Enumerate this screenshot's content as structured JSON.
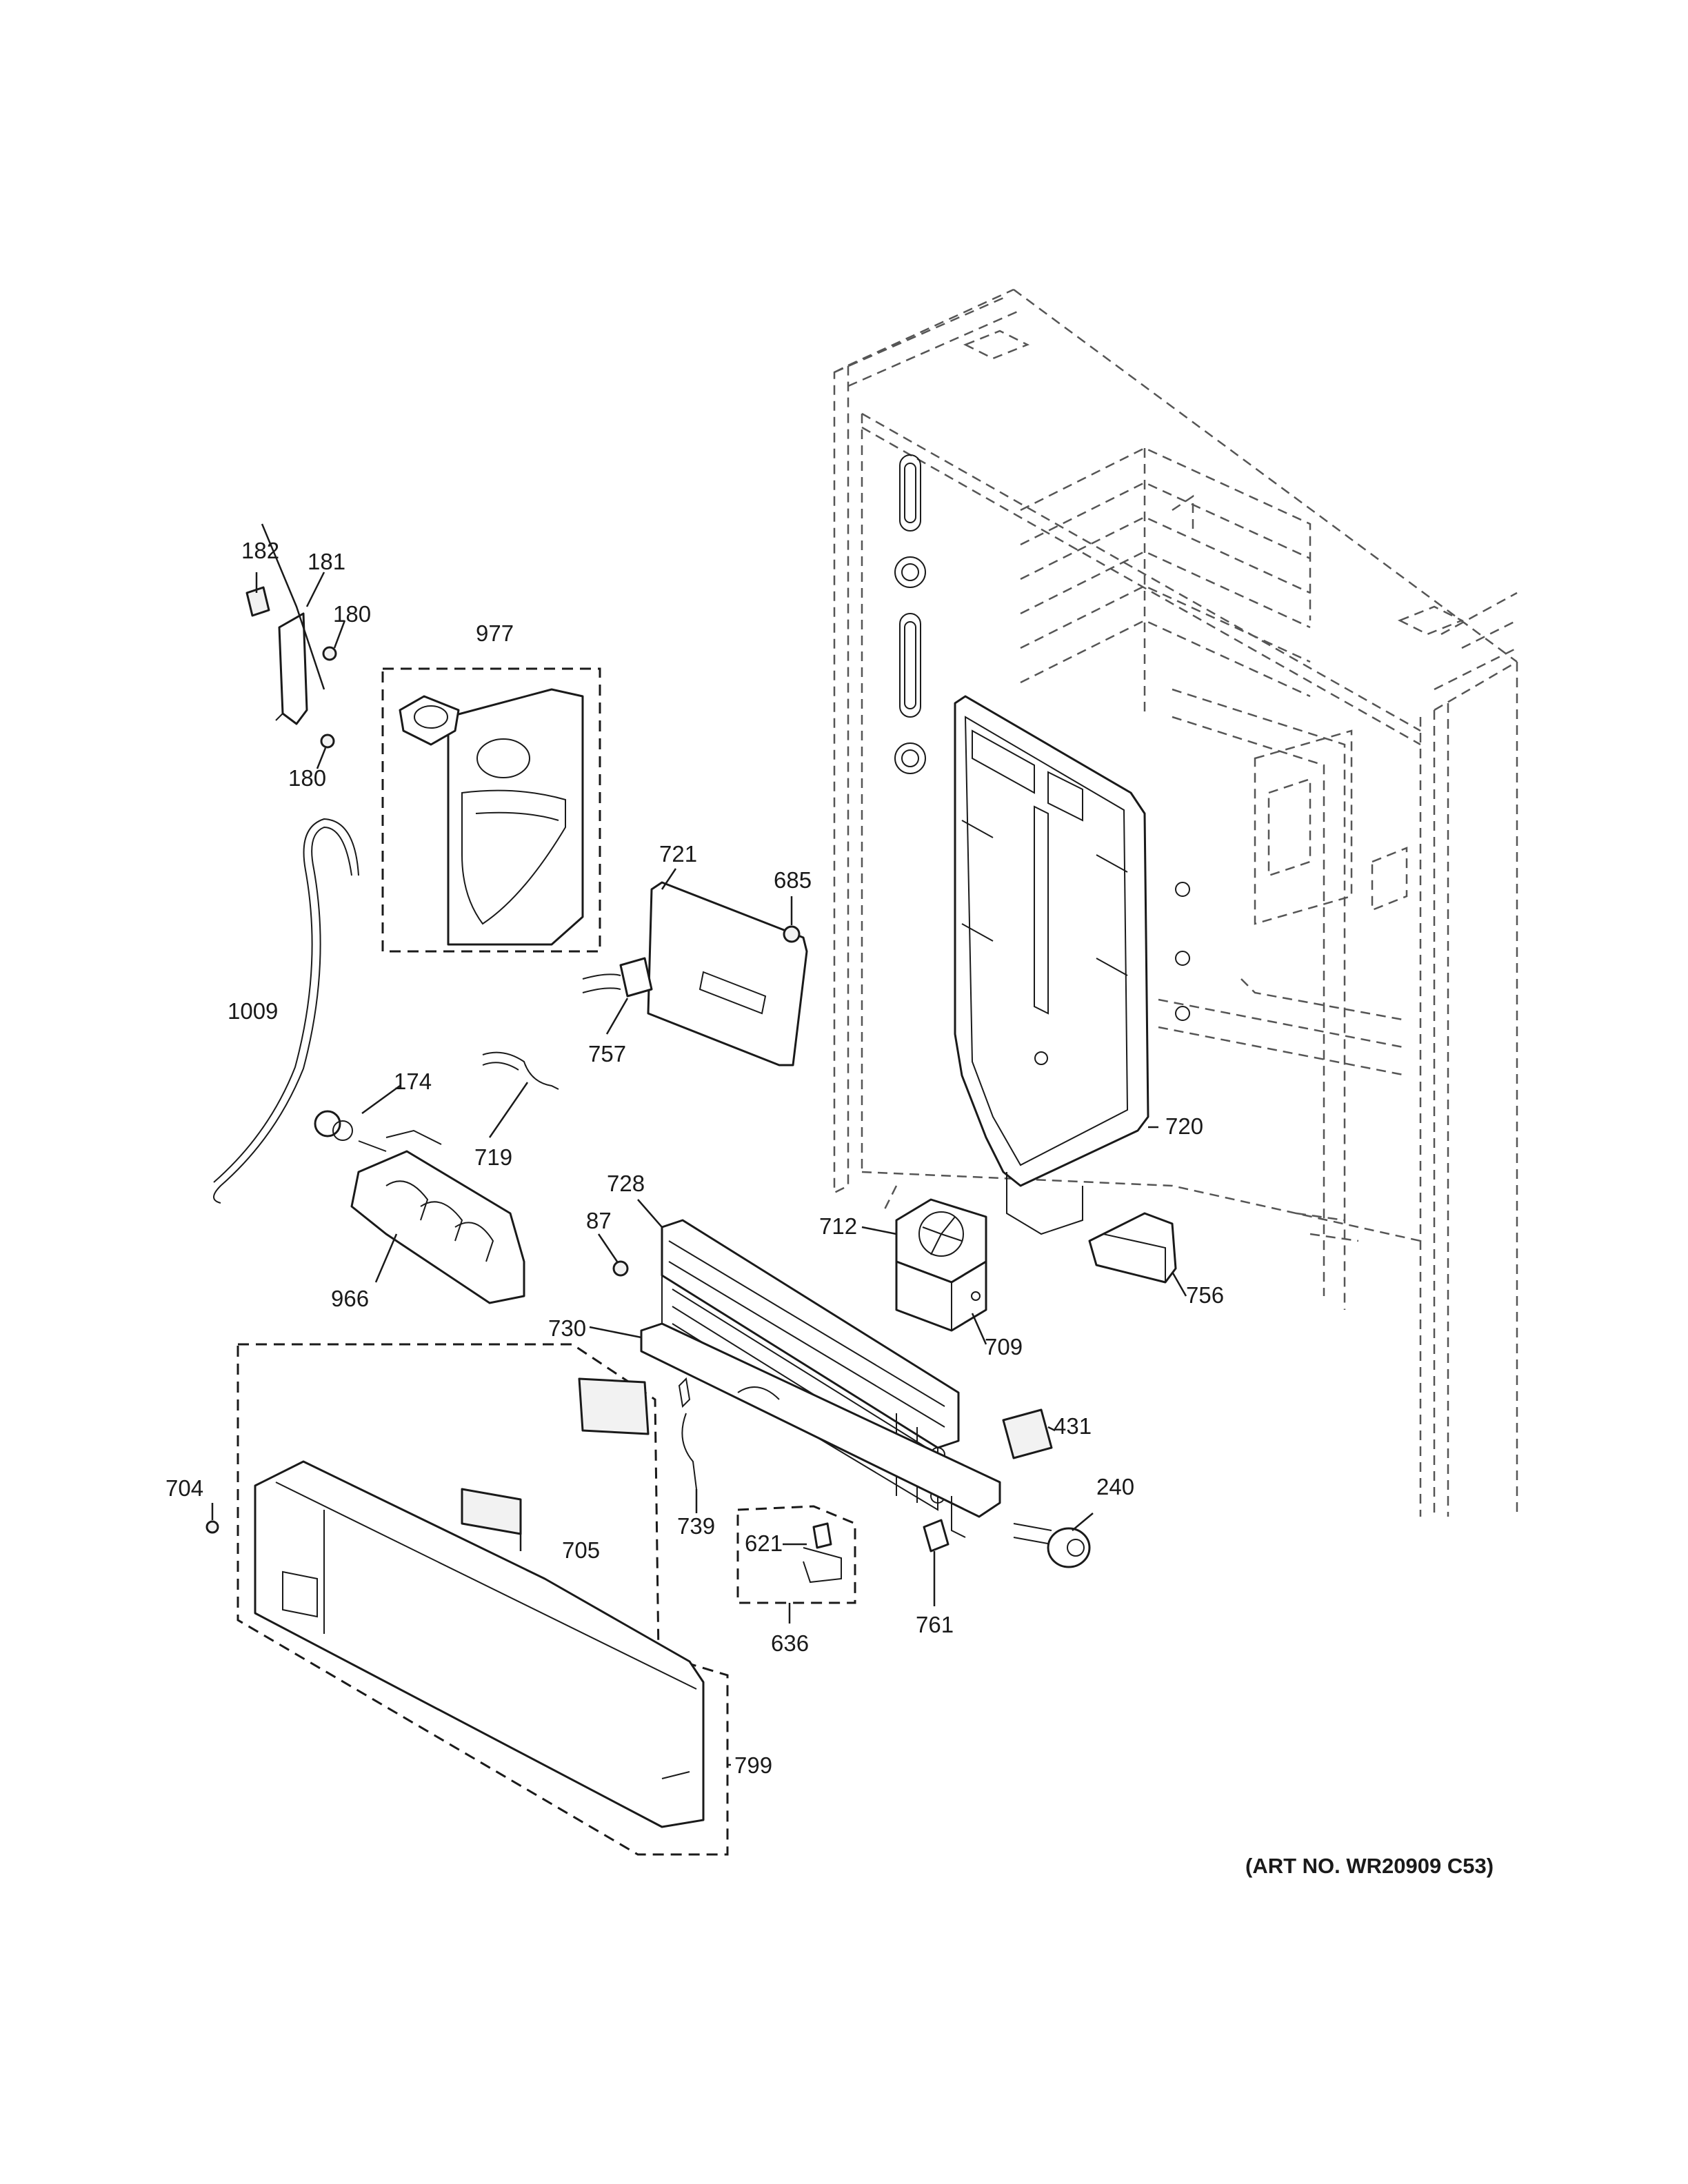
{
  "callouts": {
    "c182": "182",
    "c181": "181",
    "c180a": "180",
    "c180b": "180",
    "c977": "977",
    "c721": "721",
    "c685": "685",
    "c1009": "1009",
    "c757": "757",
    "c174": "174",
    "c719": "719",
    "c966": "966",
    "c720": "720",
    "c728": "728",
    "c87": "87",
    "c712": "712",
    "c709": "709",
    "c756": "756",
    "c730": "730",
    "c431": "431",
    "c704": "704",
    "c739": "739",
    "c705": "705",
    "c621": "621",
    "c240": "240",
    "c761": "761",
    "c636": "636",
    "c799": "799"
  },
  "art_number": "(ART NO. WR20909 C53)"
}
